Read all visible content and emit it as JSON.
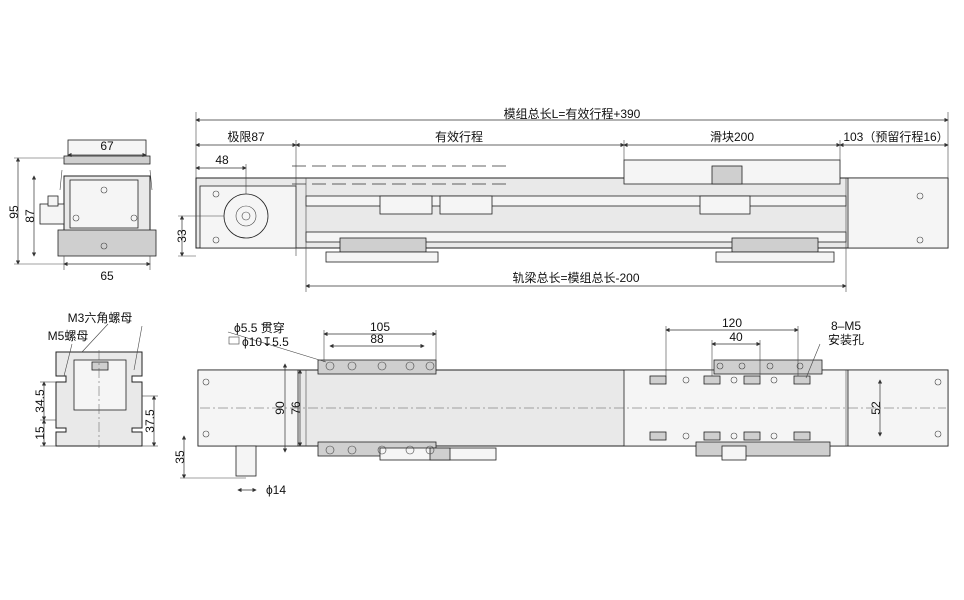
{
  "labels": {
    "total_length": "模组总长L=有效行程+390",
    "limit": "极限87",
    "effective_stroke": "有效行程",
    "slider": "滑块200",
    "reserved": "103（预留行程16）",
    "d48": "48",
    "d33": "33",
    "beam_length": "轨梁总长=模组总长-200",
    "d67": "67",
    "d95": "95",
    "d87": "87",
    "d65": "65",
    "m3_nut": "M3六角螺母",
    "m5_nut": "M5螺母",
    "d34_5": "34.5",
    "d15": "15",
    "d37_5": "37.5",
    "hole_spec_1": "ϕ5.5 贯穿",
    "hole_spec_2": "ϕ10↧5.5",
    "d105": "105",
    "d88": "88",
    "d90": "90",
    "d76": "76",
    "d35": "35",
    "d14": "ϕ14",
    "d120": "120",
    "d40": "40",
    "m5_holes_1": "8–M5",
    "m5_holes_2": "安装孔",
    "d52": "52"
  }
}
